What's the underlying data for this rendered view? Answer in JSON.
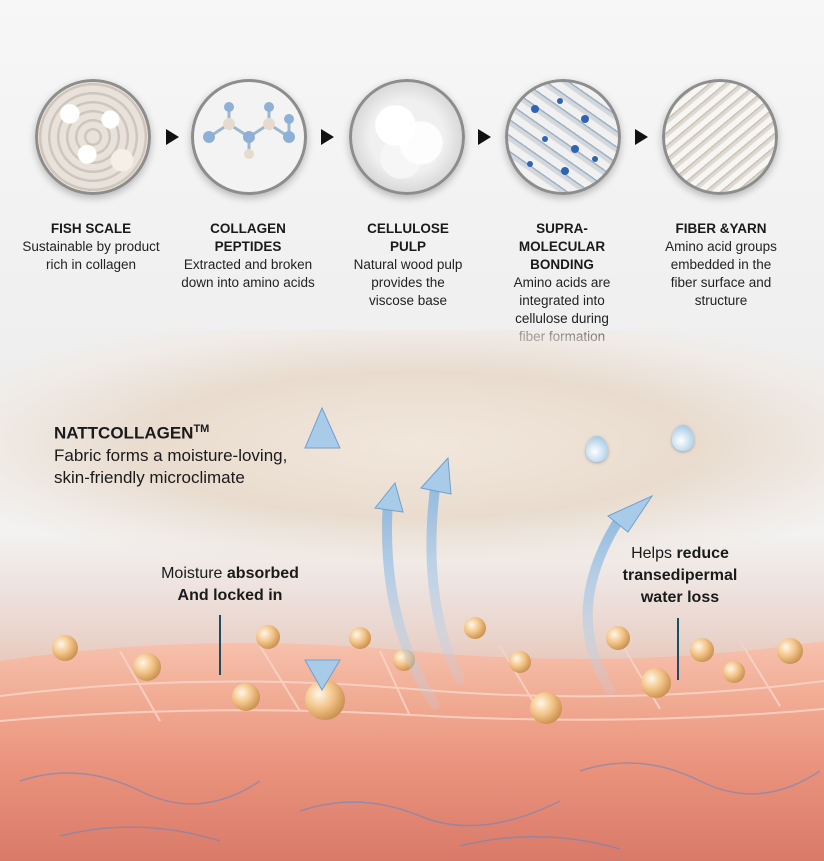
{
  "steps": [
    {
      "title": "FISH SCALE",
      "desc": "Sustainable by product rich in collagen",
      "icon": "fish-scale-image"
    },
    {
      "title": "COLLAGEN PEPTIDES",
      "desc": "Extracted and broken down into amino acids",
      "icon": "molecule-chain-image"
    },
    {
      "title": "CELLULOSE PULP",
      "desc": "Natural wood pulp provides the viscose base",
      "icon": "cotton-pulp-image"
    },
    {
      "title": "SUPRA-MOLECULAR BONDING",
      "desc": "Amino acids are integrated into cellulose during fiber formation",
      "icon": "bonded-fibers-image"
    },
    {
      "title": "FIBER &YARN",
      "desc": "Amino acid groups embedded in the fiber surface and structure",
      "icon": "yarn-image"
    }
  ],
  "brand": {
    "name": "NATTCOLLAGEN",
    "mark": "TM",
    "tagline_1": "Fabric forms a moisture-loving,",
    "tagline_2": "skin-friendly microclimate"
  },
  "left_callout": {
    "normal": "Moisture ",
    "bold_1": "absorbed",
    "bold_2": "And locked in"
  },
  "right_callout": {
    "normal": "Helps ",
    "bold_1": "reduce",
    "bold_2": "transedipermal",
    "bold_3": "water loss"
  },
  "colors": {
    "accent_line": "#1e4d63",
    "arrow": "#9dc4e4",
    "skin": "#e9967f"
  }
}
